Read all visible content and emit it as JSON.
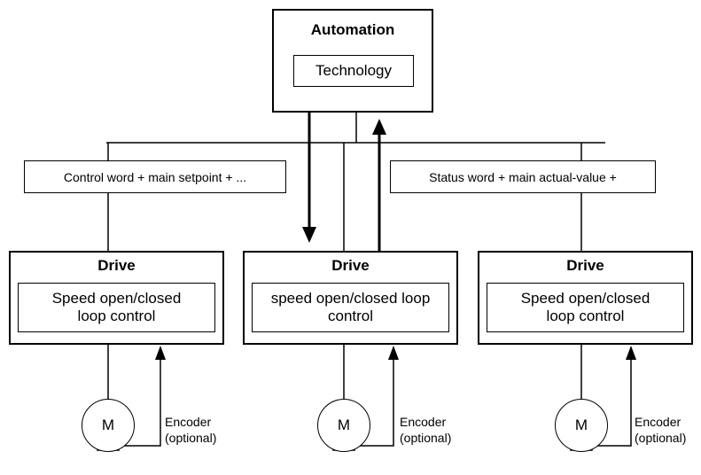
{
  "automation": {
    "title": "Automation",
    "technology_label": "Technology"
  },
  "bus": {
    "left_label": "Control word + main setpoint + ...",
    "right_label": "Status word + main actual-value +"
  },
  "drives": [
    {
      "title": "Drive",
      "control_label": "Speed open/closed loop control"
    },
    {
      "title": "Drive",
      "control_label": "speed open/closed loop control"
    },
    {
      "title": "Drive",
      "control_label": "Speed open/closed loop control"
    }
  ],
  "motors": [
    {
      "label": "M",
      "encoder_label": "Encoder (optional)"
    },
    {
      "label": "M",
      "encoder_label": "Encoder (optional)"
    },
    {
      "label": "M",
      "encoder_label": "Encoder (optional)"
    }
  ]
}
